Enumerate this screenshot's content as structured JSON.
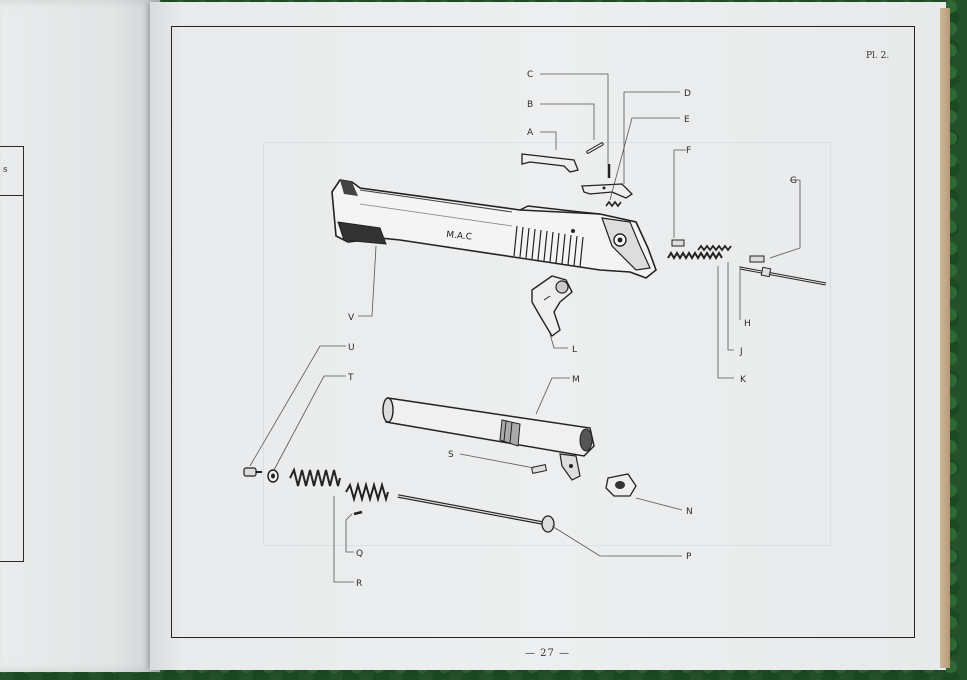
{
  "plate": {
    "label": "Pl. 2."
  },
  "page": {
    "number": "— 27 —"
  },
  "slide_marking": "M.A.C",
  "callouts": {
    "A": "A",
    "B": "B",
    "C": "C",
    "D": "D",
    "E": "E",
    "F": "F",
    "G": "G",
    "H": "H",
    "J": "J",
    "K": "K",
    "L": "L",
    "M": "M",
    "N": "N",
    "P": "P",
    "Q": "Q",
    "R": "R",
    "S": "S",
    "T": "T",
    "U": "U",
    "V": "V"
  },
  "colors": {
    "ink": "#222222",
    "paper": "#eceeef",
    "table_green": "#24502a"
  }
}
